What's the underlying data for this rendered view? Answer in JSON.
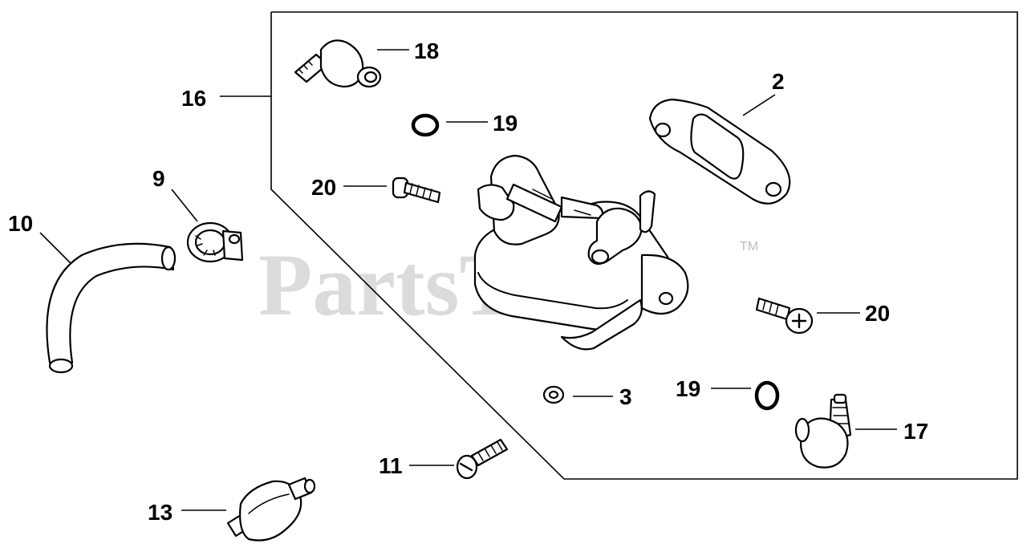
{
  "watermark": {
    "text": "PartsTree",
    "trademark": "TM"
  },
  "callouts": {
    "c2": "2",
    "c3": "3",
    "c9": "9",
    "c10": "10",
    "c11": "11",
    "c13": "13",
    "c16": "16",
    "c17": "17",
    "c18": "18",
    "c19a": "19",
    "c19b": "19",
    "c20a": "20",
    "c20b": "20"
  },
  "colors": {
    "ink": "#000000",
    "watermark": "#cfcfcf",
    "background": "#ffffff"
  }
}
